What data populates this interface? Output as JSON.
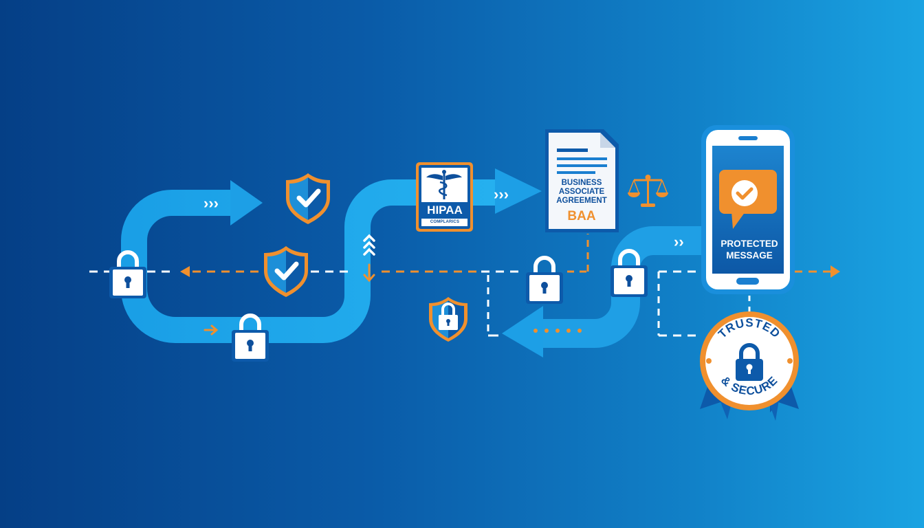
{
  "diagram": {
    "theme": "HIPAA-compliant secure messaging flow",
    "colors": {
      "background_left": "#053f86",
      "background_right": "#1aa3e2",
      "flow_path": "#1ea7ec",
      "accent_orange": "#f0902e",
      "dark_blue": "#0d4f9c",
      "white": "#ffffff"
    },
    "nodes": {
      "hipaa_badge": {
        "icon": "caduceus-icon",
        "title": "HIPAA",
        "subtitle": "COMPLARICS"
      },
      "baa_document": {
        "title_lines": [
          "BUSINESS",
          "ASSOCIATE",
          "AGREEMENT"
        ],
        "title": "BUSINESS ASSOCIATE AGREEMENT",
        "abbreviation": "BAA"
      },
      "scales_icon": {
        "icon": "scales-of-justice-icon"
      },
      "phone": {
        "icon": "chat-bubble-check-icon",
        "message_lines": [
          "PROTECTED",
          "MESSAGE"
        ],
        "message": "PROTECTED MESSAGE"
      },
      "trust_seal": {
        "top_text": "TRUSTED",
        "bottom_text": "& SECURE",
        "icon": "padlock-icon"
      },
      "shields": [
        {
          "icon": "shield-check-icon",
          "position": "top"
        },
        {
          "icon": "shield-check-icon",
          "position": "middle"
        },
        {
          "icon": "shield-lock-icon",
          "position": "bottom"
        }
      ],
      "padlocks": [
        {
          "icon": "padlock-icon",
          "position": "left-curve"
        },
        {
          "icon": "padlock-icon",
          "position": "bottom-left"
        },
        {
          "icon": "padlock-icon",
          "position": "center"
        },
        {
          "icon": "padlock-icon",
          "position": "right-curve"
        }
      ]
    },
    "flow_markers": {
      "chevrons_right_1": "›››",
      "chevrons_right_2": "›››",
      "chevrons_right_3": "››",
      "chevrons_up": "^^^"
    }
  }
}
